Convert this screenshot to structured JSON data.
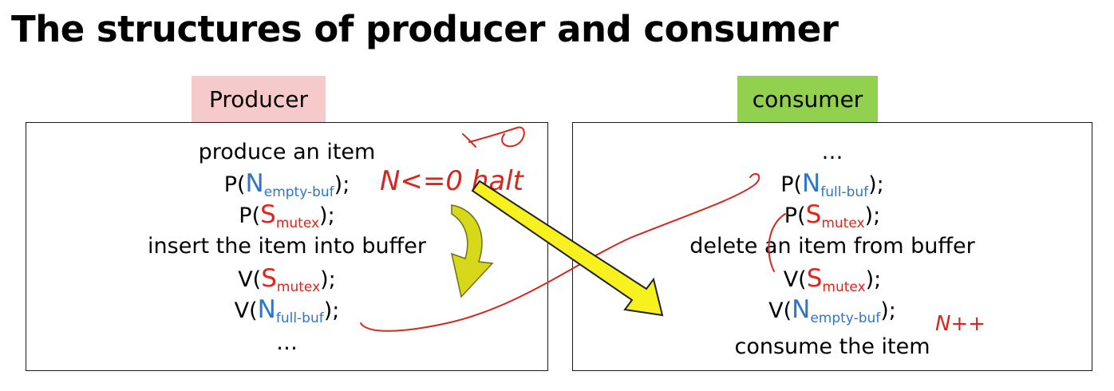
{
  "title": "The structures of producer and consumer",
  "producer": {
    "label": "Producer",
    "lines": [
      {
        "text": "produce an item"
      },
      {
        "pre": "P(",
        "var": "N",
        "sub": "empty-buf",
        "post": ");",
        "color": "blue"
      },
      {
        "pre": "P(",
        "var": "S",
        "sub": "mutex",
        "post": ");",
        "color": "red"
      },
      {
        "text": "insert the item into buffer"
      },
      {
        "pre": "V(",
        "var": "S",
        "sub": "mutex",
        "post": ");",
        "color": "red"
      },
      {
        "pre": "V(",
        "var": "N",
        "sub": "full-buf",
        "post": ");",
        "color": "blue"
      },
      {
        "text": "…"
      }
    ]
  },
  "consumer": {
    "label": "consumer",
    "lines": [
      {
        "text": "…"
      },
      {
        "pre": "P(",
        "var": "N",
        "sub": "full-buf",
        "post": ");",
        "color": "blue"
      },
      {
        "pre": "P(",
        "var": "S",
        "sub": "mutex",
        "post": ");",
        "color": "red"
      },
      {
        "text": "delete an item from buffer"
      },
      {
        "pre": "V(",
        "var": "S",
        "sub": "mutex",
        "post": ");",
        "color": "red"
      },
      {
        "pre": "V(",
        "var": "N",
        "sub": "empty-buf",
        "post": ");",
        "color": "blue"
      },
      {
        "text": "consume the item"
      }
    ]
  },
  "annotations": {
    "wait_note": "N<=0 halt",
    "increment_note": "N++"
  },
  "colors": {
    "producer_tag": "#f6c9cb",
    "consumer_tag": "#92d050",
    "semaphore_n": "#2e75c9",
    "semaphore_s": "#e0231b",
    "handwriting": "#d7261e",
    "arrow_fill": "#f7f21f"
  }
}
